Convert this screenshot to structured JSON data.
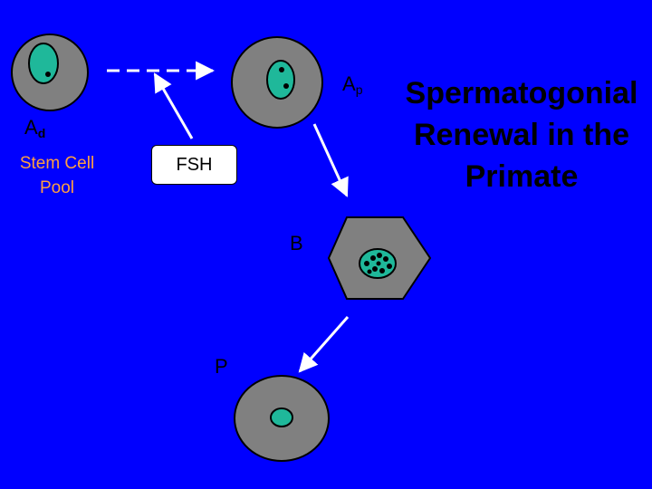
{
  "title_lines": [
    "Spermatogonial",
    "Renewal in the",
    "Primate"
  ],
  "cells": {
    "ad": {
      "letter": "A",
      "subscript": "d"
    },
    "ap": {
      "letter": "A",
      "subscript": "p"
    },
    "b": {
      "label": "B"
    },
    "p": {
      "label": "P"
    }
  },
  "stem_cell_pool_lines": [
    "Stem Cell",
    "Pool"
  ],
  "fsh_label": "FSH",
  "colors": {
    "background": "#0000ff",
    "cell_fill": "#808080",
    "nucleus_fill": "#1fb89a",
    "chromatin": "#000000",
    "stem_label": "#ffa040",
    "text": "#000000"
  }
}
